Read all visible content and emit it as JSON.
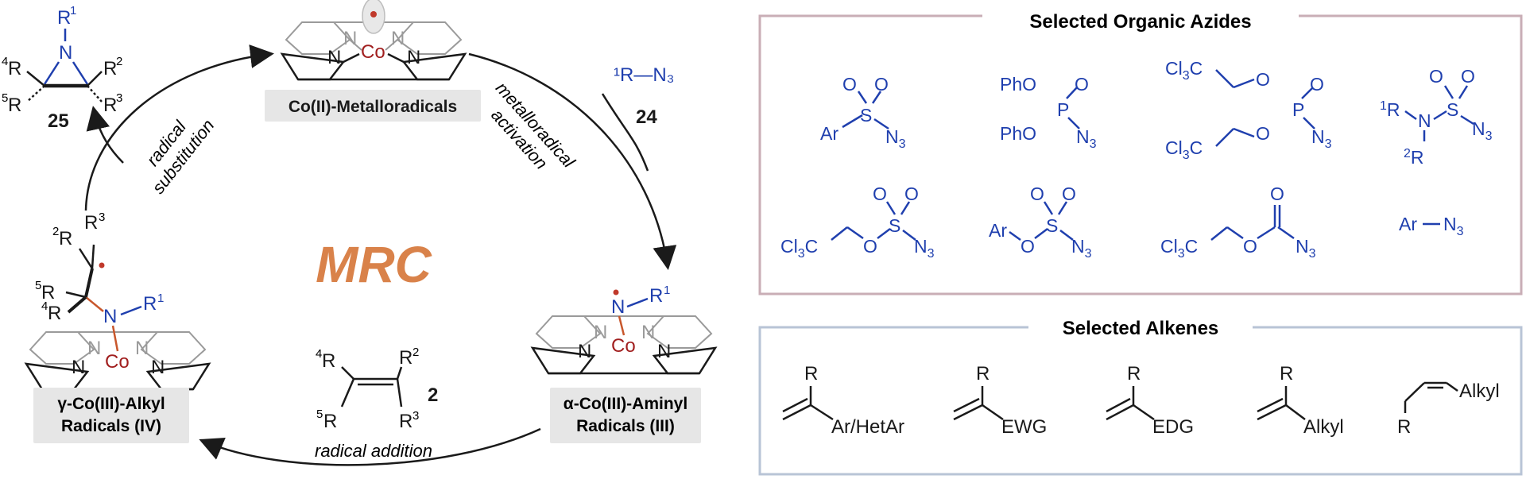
{
  "cycle": {
    "center_label": "MRC",
    "center_color": "#d9824a",
    "catalyst_label": "Co(II)-Metalloradicals",
    "aminyl_label_line1": "α-Co(III)-Aminyl",
    "aminyl_label_line2": "Radicals (III)",
    "alkyl_label_line1": "γ-Co(III)-Alkyl",
    "alkyl_label_line2": "Radicals (IV)",
    "step_activation_line1": "metalloradical",
    "step_activation_line2": "activation",
    "step_addition": "radical addition",
    "step_substitution_line1": "radical",
    "step_substitution_line2": "substitution",
    "azide_formula": "¹R—N₃",
    "azide_number": "24",
    "alkene_number": "2",
    "aziridine_number": "25",
    "metal": "Co",
    "nitrogen": "N"
  },
  "azides_panel": {
    "title": "Selected Organic Azides",
    "border_color": "#c9aeb6",
    "items": [
      "Ar–SO₂–N₃",
      "(PhO)₂P(O)N₃",
      "(Cl₃CCH₂O)₂P(O)N₃",
      "¹R(²R)N–SO₂–N₃",
      "Cl₃CCH₂O–SO₂–N₃",
      "ArO–SO₂–N₃",
      "Cl₃CCH₂O–C(O)–N₃",
      "Ar—N₃"
    ]
  },
  "alkenes_panel": {
    "title": "Selected Alkenes",
    "border_color": "#b8c4d6",
    "items": [
      "Ar/HetAr",
      "EWG",
      "EDG",
      "Alkyl",
      "Alkyl"
    ]
  },
  "colors": {
    "chem_blue": "#1f3fae",
    "cobalt_red": "#a11f1f",
    "porphyrin_grey": "#9a9a9a",
    "bond_orange": "#c8572c"
  }
}
